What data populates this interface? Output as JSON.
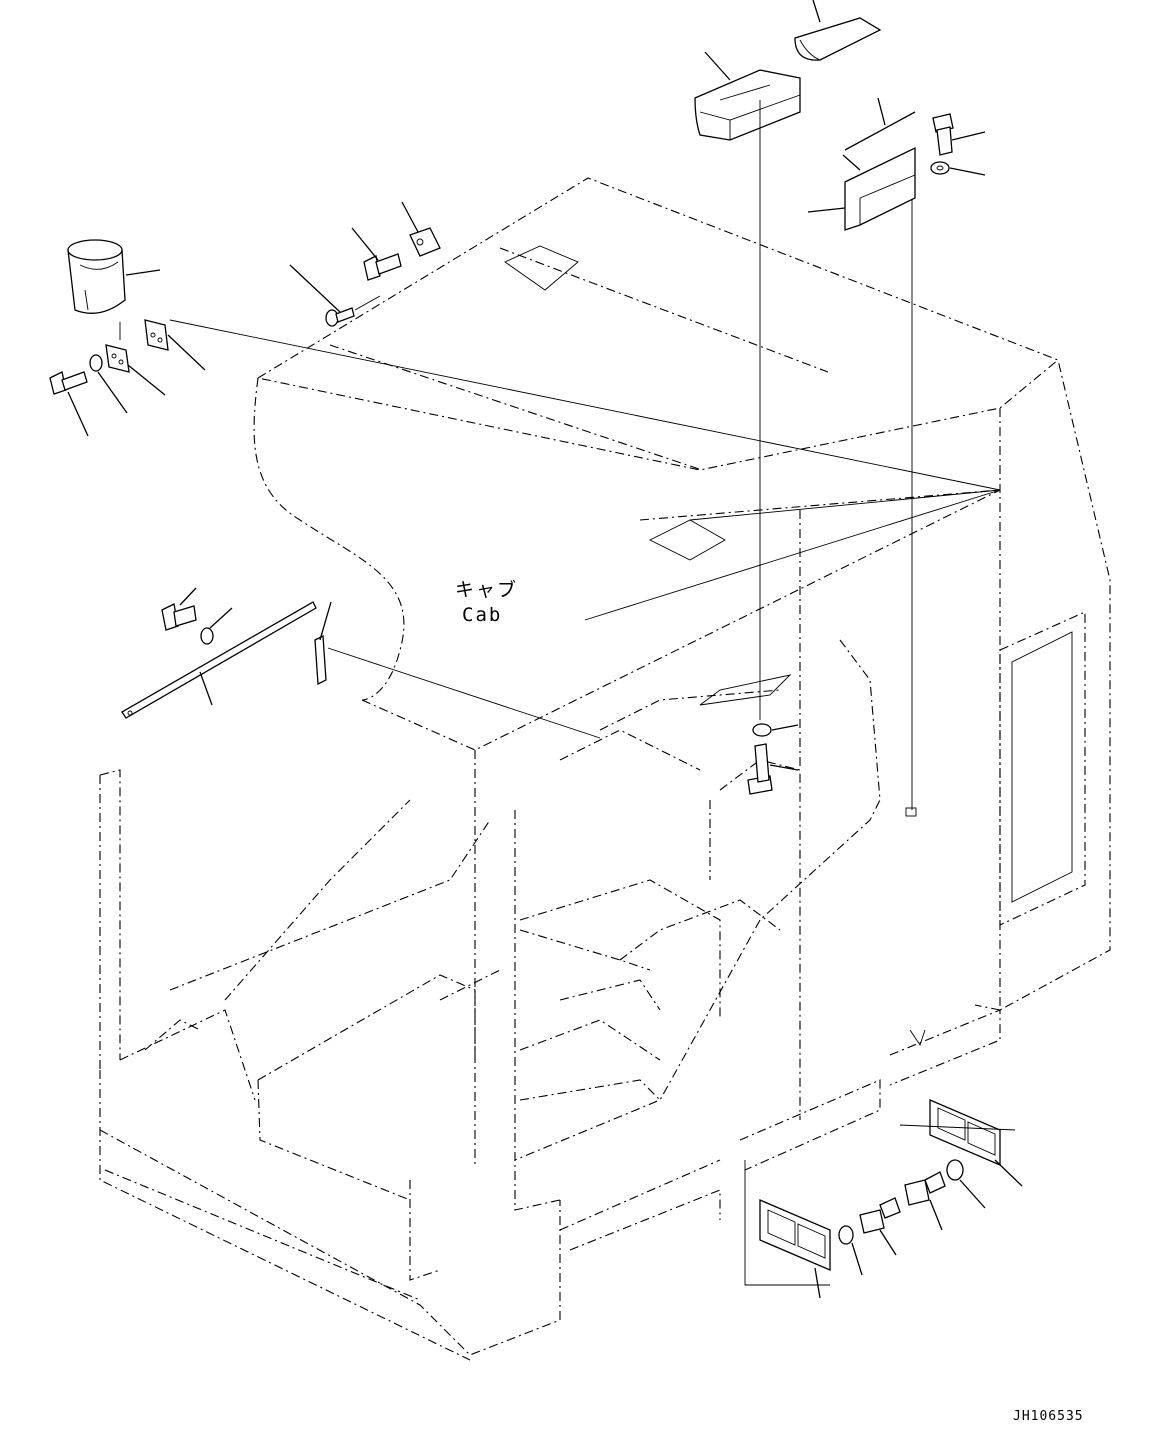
{
  "drawing": {
    "cab_label_jp": "キャブ",
    "cab_label_en": "Cab",
    "drawing_code": "JH106535"
  }
}
